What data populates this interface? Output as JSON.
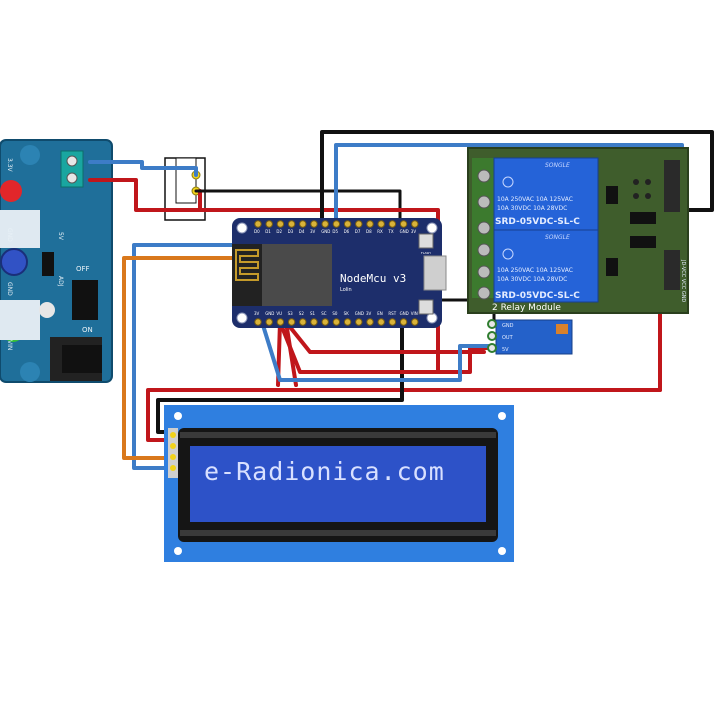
{
  "nodemcu": {
    "name": "NodeMcu v3",
    "maker": "Lolin",
    "top_pins": [
      "D0",
      "D1",
      "D2",
      "D3",
      "D4",
      "3V",
      "GND",
      "D5",
      "D6",
      "D7",
      "D8",
      "RX",
      "TX",
      "GND",
      "3V"
    ],
    "bottom_pins": [
      "3V",
      "GND",
      "VU",
      "S3",
      "S2",
      "S1",
      "SC",
      "S0",
      "SK",
      "GND",
      "3V",
      "EN",
      "RST",
      "GND",
      "VIN"
    ],
    "button_label": "FLASH"
  },
  "relay_module": {
    "title": "2 Relay Module",
    "brand": "SONGLE",
    "ratings_line1": "10A 250VAC  10A 125VAC",
    "ratings_line2": "10A  30VDC  10A  28VDC",
    "model": "SRD-05VDC-SL-C",
    "jumper_label": "JD-VCC VCC GND"
  },
  "lcd": {
    "text": "e-Radionica.com",
    "background_color": "#2d52c8",
    "text_color": "#d8e0ff"
  },
  "power_board": {
    "labels": [
      "3.3V",
      "GND",
      "ON",
      "OFF",
      "5V",
      "ADJ",
      "GND",
      "VIN"
    ]
  },
  "sensor_module": {
    "pins": [
      "GND",
      "OUT",
      "5V"
    ]
  },
  "wire_colors": {
    "red": "#c0161b",
    "black": "#111111",
    "blue": "#3d7cc7",
    "orange": "#d9781c",
    "green": "#6fb64a"
  }
}
